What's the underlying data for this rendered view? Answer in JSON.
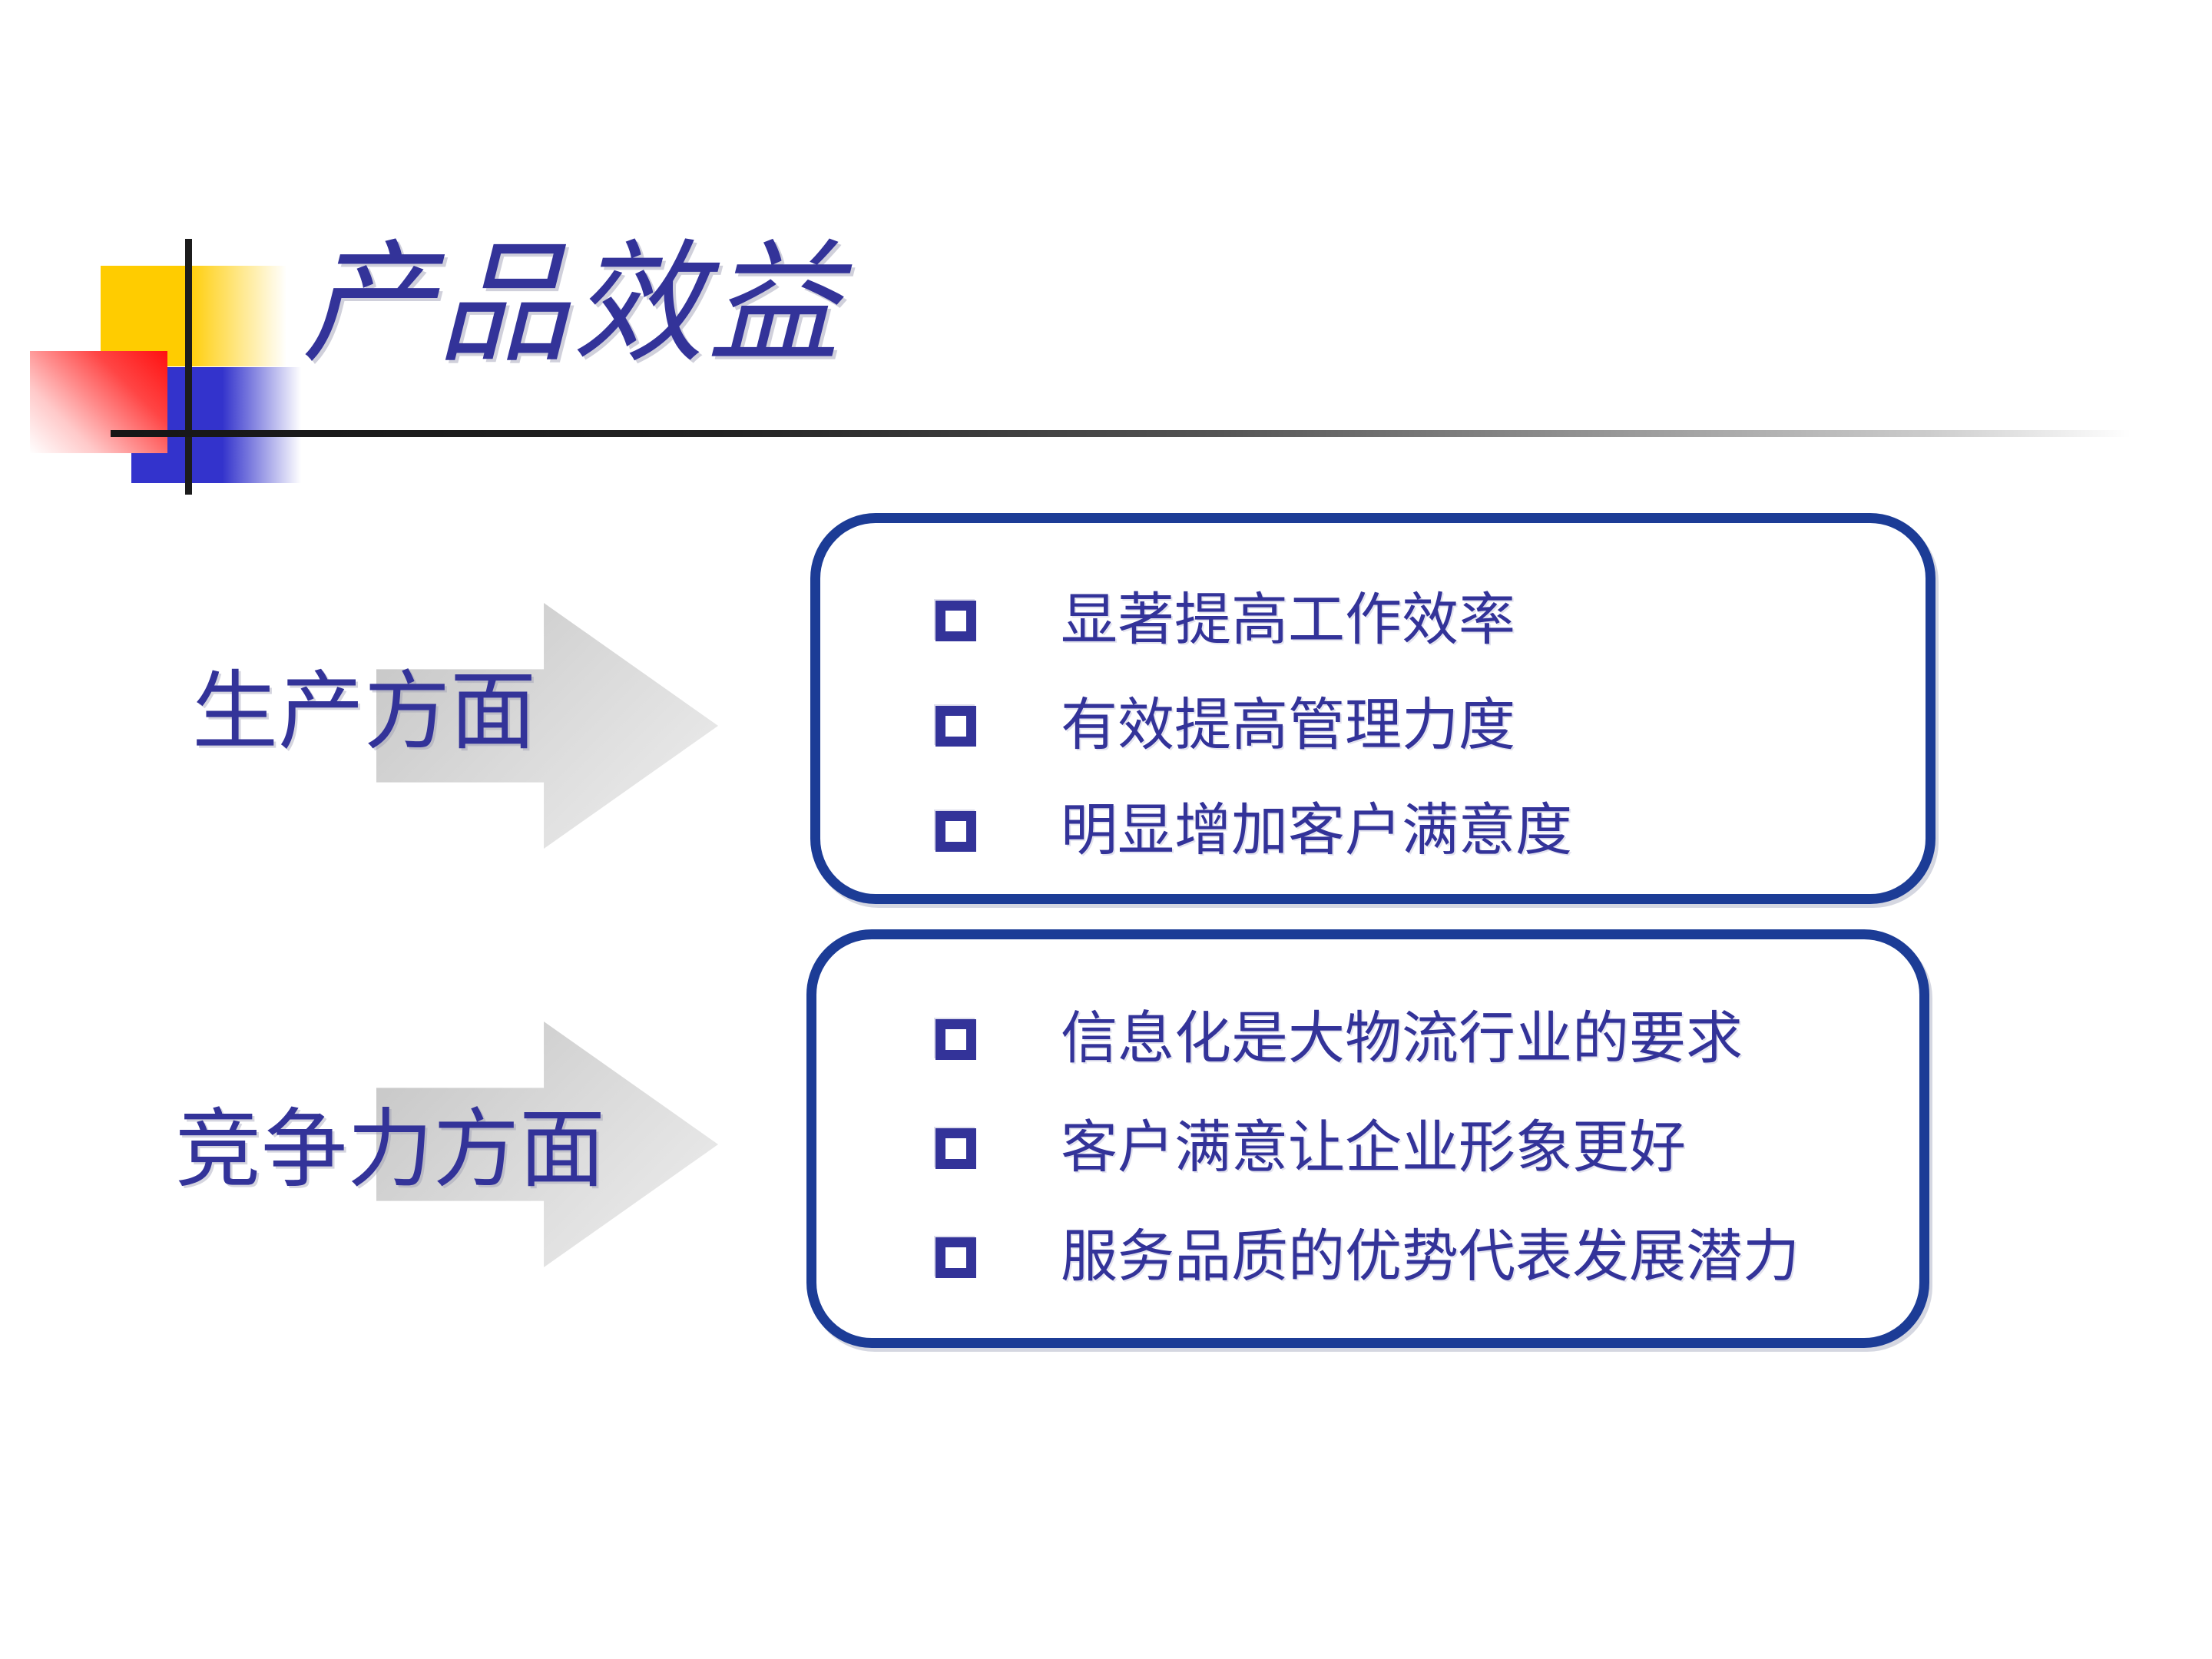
{
  "slide": {
    "title": "产品效益",
    "sections": [
      {
        "label": "生产方面",
        "items": [
          "显著提高工作效率",
          "有效提高管理力度",
          "明显增加客户满意度"
        ]
      },
      {
        "label": "竞争力方面",
        "items": [
          "信息化是大物流行业的要求",
          "客户满意让企业形象更好",
          "服务品质的优势代表发展潜力"
        ]
      }
    ],
    "colors": {
      "accent_text": "#333399",
      "box_border": "#1c3c96",
      "decor_yellow": "#ffcc00",
      "decor_red": "#ff1111",
      "decor_blue": "#3333cc",
      "line_dark": "#1c1c1c"
    }
  }
}
